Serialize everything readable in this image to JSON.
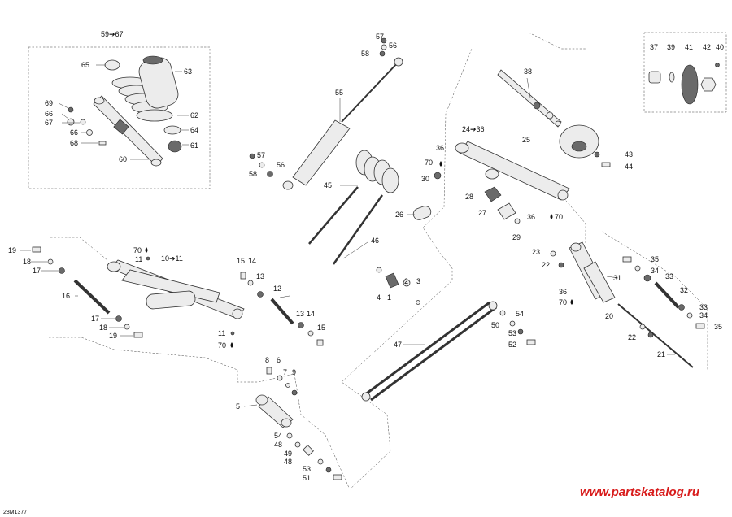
{
  "diagram": {
    "code": "28M1377",
    "watermark": "www.partskatalog.ru",
    "labels": {
      "l59_67": "59➔67",
      "l65": "65",
      "l63": "63",
      "l69": "69",
      "l66a": "66",
      "l67": "67",
      "l66b": "66",
      "l68": "68",
      "l62": "62",
      "l64": "64",
      "l61": "61",
      "l60": "60",
      "l57a": "57",
      "l56a": "56",
      "l58a": "58",
      "l55": "55",
      "l57b": "57",
      "l56b": "56",
      "l58b": "58",
      "l45": "45",
      "l26": "26",
      "l46": "46",
      "l38": "38",
      "l37": "37",
      "l39": "39",
      "l41": "41",
      "l42": "42",
      "l40": "40",
      "l24_36": "24➔36",
      "l25": "25",
      "l36a": "36",
      "l70a": "70",
      "l30": "30",
      "l43": "43",
      "l44": "44",
      "l28": "28",
      "l27": "27",
      "l36b": "36",
      "l70b": "70",
      "l29": "29",
      "l19a": "19",
      "l18a": "18",
      "l17a": "17",
      "l16": "16",
      "l17b": "17",
      "l18b": "18",
      "l19b": "19",
      "l70c": "70",
      "l10_11": "10➔11",
      "l11a": "11",
      "l15a": "15",
      "l14a": "14",
      "l13a": "13",
      "l12": "12",
      "l13b": "13",
      "l14b": "14",
      "l15b": "15",
      "l11b": "11",
      "l70d": "70",
      "l2": "2",
      "l3": "3",
      "l4": "4",
      "l1": "1",
      "l8": "8",
      "l6": "6",
      "l7": "7",
      "l9": "9",
      "l5": "5",
      "l54a": "54",
      "l48a": "48",
      "l49": "49",
      "l48b": "48",
      "l53a": "53",
      "l51": "51",
      "l47": "47",
      "l54b": "54",
      "l50": "50",
      "l53b": "53",
      "l52": "52",
      "l23": "23",
      "l22a": "22",
      "l36c": "36",
      "l70e": "70",
      "l31": "31",
      "l35a": "35",
      "l34a": "34",
      "l33a": "33",
      "l32": "32",
      "l33b": "33",
      "l34b": "34",
      "l35b": "35",
      "l20": "20",
      "l22b": "22",
      "l21": "21"
    }
  }
}
